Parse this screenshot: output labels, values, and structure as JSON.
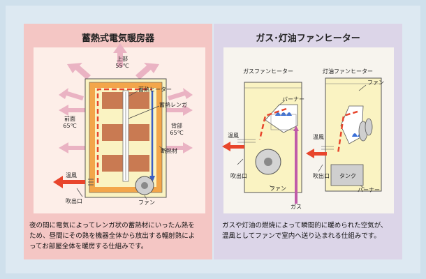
{
  "left": {
    "title": "蓄熱式電気暖房器",
    "labels": {
      "top": "上部",
      "top_temp": "55℃",
      "front": "前面",
      "front_temp": "65℃",
      "back": "背部",
      "back_temp": "65℃",
      "heater": "蓄熱ヒーター",
      "brick": "蓄熱レンガ",
      "insulation": "断熱材",
      "warm_air": "温風",
      "outlet": "吹出口",
      "fan": "ファン"
    },
    "description": [
      "夜の間に電気によってレンガ状の蓄熱材にいったん熱を",
      "ため、昼間にその熱を機器全体から放出する輻射熱によ",
      "ってお部屋全体を暖房する仕組みです。"
    ]
  },
  "right": {
    "title": "ガス･灯油ファンヒーター",
    "gas": {
      "subtitle": "ガスファンヒーター",
      "burner": "バーナー",
      "warm_air": "温風",
      "outlet": "吹出口",
      "fan": "ファン",
      "gas": "ガス"
    },
    "kerosene": {
      "subtitle": "灯油ファンヒーター",
      "fan": "ファン",
      "warm_air": "温風",
      "outlet": "吹出口",
      "tank": "タンク",
      "burner": "バーナー"
    },
    "description": [
      "ガスや灯油の燃焼によって瞬間的に暖められた空気が、",
      "温風としてファンで室内へ送り込まれる仕組みです。"
    ]
  },
  "colors": {
    "left_panel": "#f4c6c4",
    "right_panel": "#dcd5e8",
    "warm_arrow": "#e8452c",
    "radiant_arrow": "#eab3c3",
    "insulation": "#f3a64a",
    "brick": "#c97a52",
    "unit_body": "#faf3c2",
    "flame": "#3a6fd8",
    "gas_pipe": "#c05aa8"
  }
}
